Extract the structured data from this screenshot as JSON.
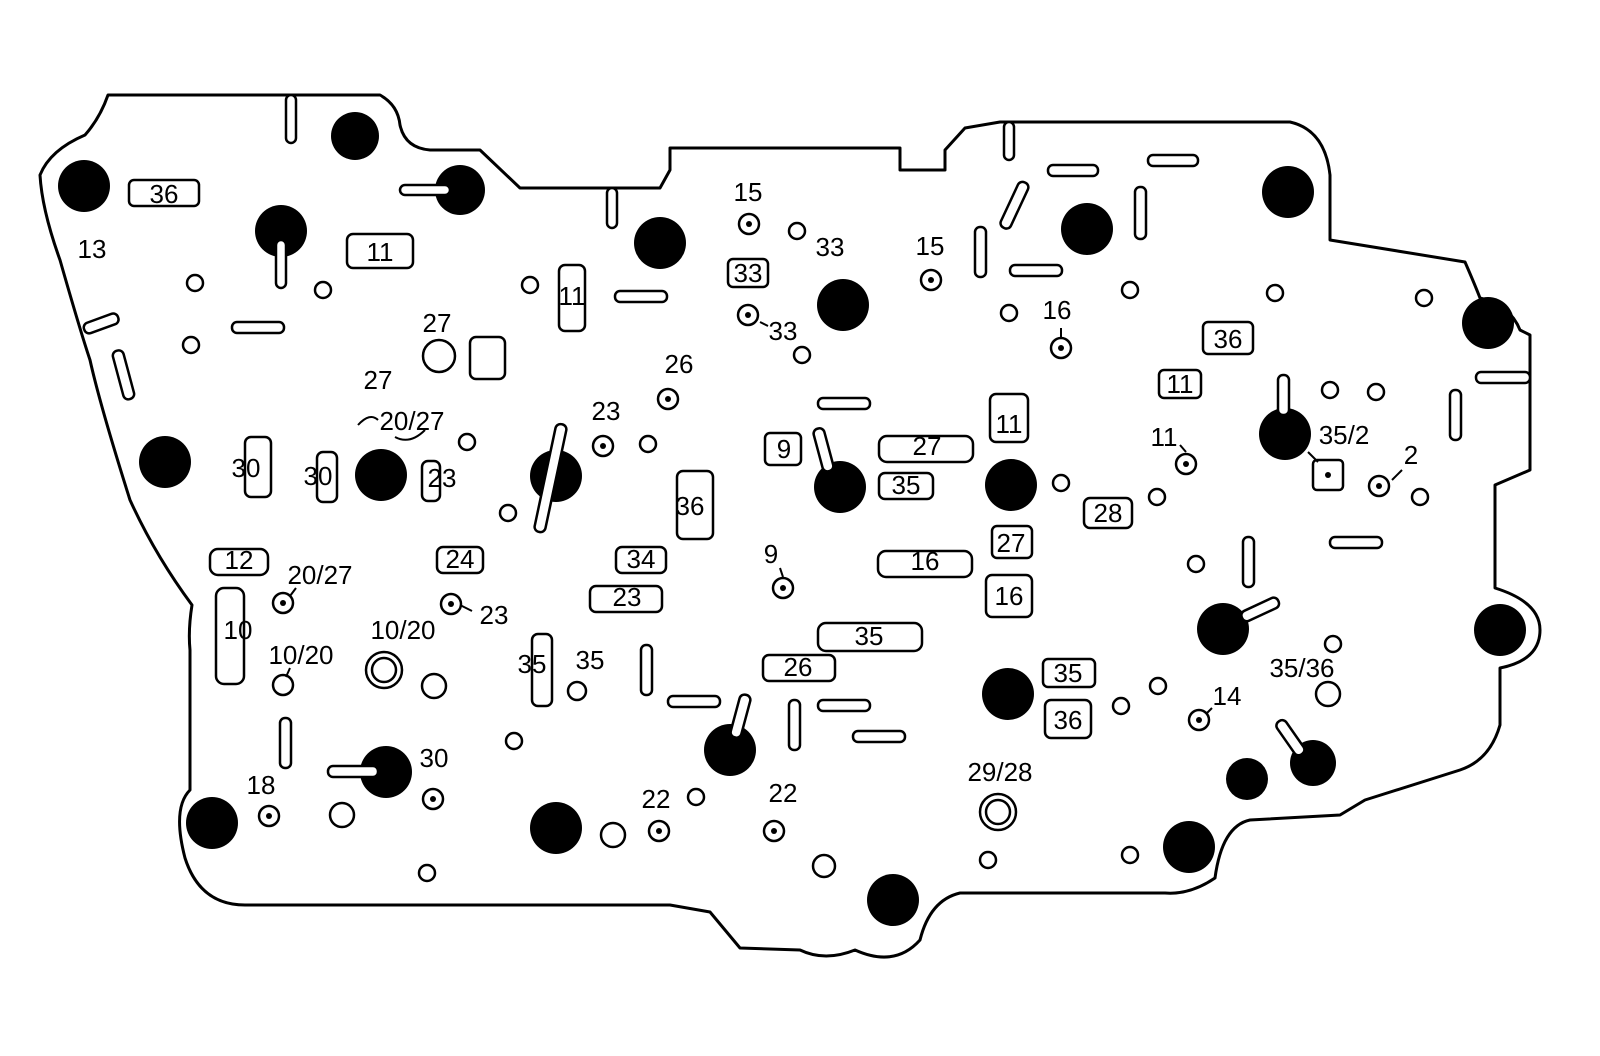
{
  "callouts": [
    "36",
    "13",
    "11",
    "11",
    "33",
    "15",
    "33",
    "33",
    "15",
    "16",
    "36",
    "11",
    "27",
    "27",
    "20/27",
    "26",
    "23",
    "30",
    "30",
    "23",
    "9",
    "36",
    "27",
    "35",
    "11",
    "11",
    "35/2",
    "2",
    "28",
    "12",
    "20/27",
    "24",
    "34",
    "23",
    "23",
    "9",
    "16",
    "27",
    "16",
    "10",
    "10/20",
    "10/20",
    "35",
    "35",
    "35",
    "26",
    "35",
    "35/36",
    "14",
    "36",
    "18",
    "30",
    "22",
    "22",
    "29/28"
  ]
}
